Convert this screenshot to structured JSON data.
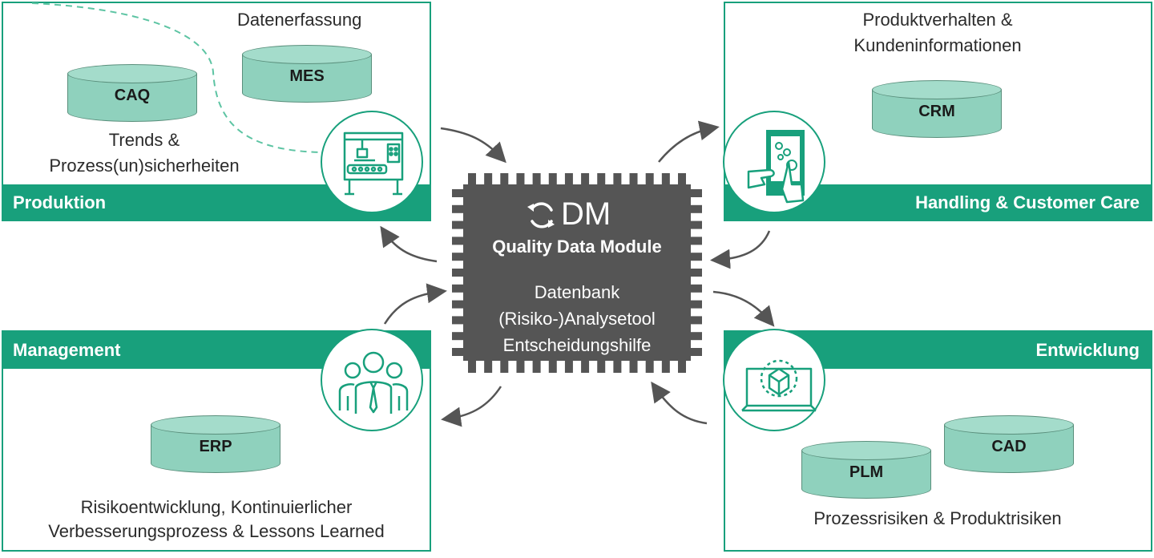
{
  "center": {
    "logo_text": "DM",
    "module_name": "Quality Data Module",
    "lines": [
      "Datenbank",
      "(Risiko-)Analysetool",
      "Entscheidungshilfe"
    ]
  },
  "produktion": {
    "bar_title": "Produktion",
    "top_label": "Datenerfassung",
    "side_label_1": "Trends &",
    "side_label_2": "Prozess(un)sicherheiten",
    "db_1": "CAQ",
    "db_2": "MES",
    "icon": "machine-icon"
  },
  "handling": {
    "bar_title": "Handling & Customer Care",
    "top_label_1": "Produktverhalten &",
    "top_label_2": "Kundeninformationen",
    "db_1": "CRM",
    "icon": "touchscreen-hand-icon"
  },
  "management": {
    "bar_title": "Management",
    "db_1": "ERP",
    "bottom_label_1": "Risikoentwicklung, Kontinuierlicher",
    "bottom_label_2": "Verbesserungsprozess & Lessons Learned",
    "icon": "team-icon"
  },
  "entwicklung": {
    "bar_title": "Entwicklung",
    "db_1": "PLM",
    "db_2": "CAD",
    "bottom_label": "Prozessrisiken & Produktrisiken",
    "icon": "laptop-cube-icon"
  },
  "colors": {
    "accent": "#18a07c",
    "db_fill": "#8fd1bd",
    "chip": "#555555",
    "arrow": "#555555"
  }
}
